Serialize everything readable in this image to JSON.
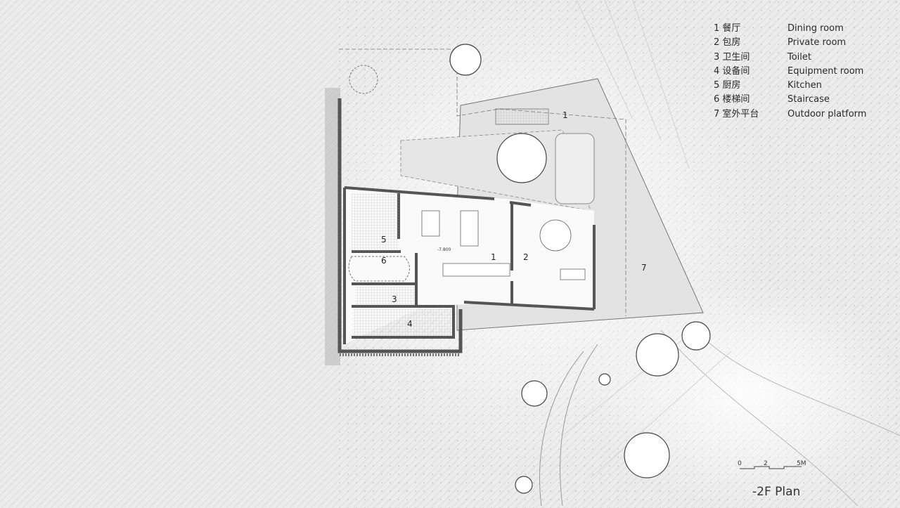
{
  "legend": [
    {
      "num": "1",
      "cn": "餐厅",
      "en": "Dining room"
    },
    {
      "num": "2",
      "cn": "包房",
      "en": "Private room"
    },
    {
      "num": "3",
      "cn": "卫生间",
      "en": "Toilet"
    },
    {
      "num": "4",
      "cn": "设备间",
      "en": "Equipment room"
    },
    {
      "num": "5",
      "cn": "厨房",
      "en": "Kitchen"
    },
    {
      "num": "6",
      "cn": "楼梯间",
      "en": "Staircase"
    },
    {
      "num": "7",
      "cn": "室外平台",
      "en": "Outdoor platform"
    }
  ],
  "room_labels": [
    "1",
    "2",
    "3",
    "4",
    "5",
    "6",
    "7"
  ],
  "level_mark": "-7.800",
  "stair_mark": "1",
  "scale_bar": {
    "ticks": [
      "0",
      "2",
      "5M"
    ]
  },
  "title": "-2F Plan"
}
